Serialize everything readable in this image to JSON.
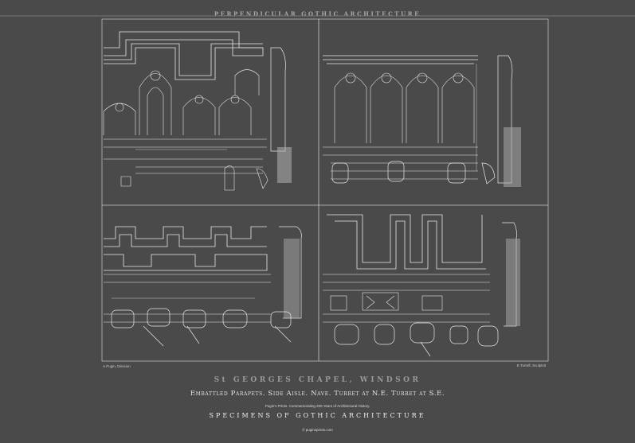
{
  "header": {
    "title": "PERPENDICULAR GOTHIC ARCHITECTURE"
  },
  "credits": {
    "left": "A.Pugin, Direxion",
    "right": "E.Turrell, Sculptsit"
  },
  "caption": {
    "place": "St GEORGES CHAPEL, WINDSOR",
    "subject": "Embattled Parapets. Side Aisle. Nave. Turret at N.E. Turret at S.E.",
    "commemoration": "Pugin's Prints. Commemorating 200 Years of Architectural History.",
    "series": "SPECIMENS OF GOTHIC ARCHITECTURE",
    "website": "© puginsprints.com"
  }
}
